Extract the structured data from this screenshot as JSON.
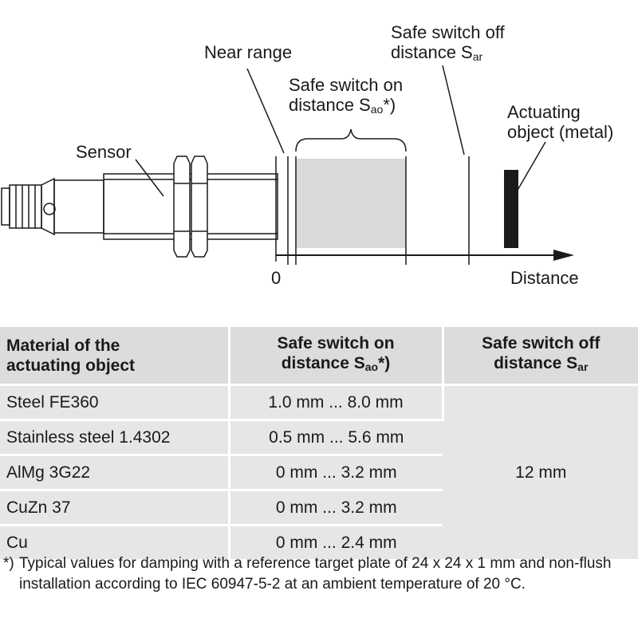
{
  "diagram": {
    "sensor_label": "Sensor",
    "near_range_label": "Near range",
    "safe_on_line1": "Safe switch on",
    "safe_on_line2_text": "distance S",
    "safe_on_sub": "ao",
    "safe_on_suffix": "*)",
    "safe_off_line1": "Safe switch off",
    "safe_off_line2_text": "distance S",
    "safe_off_sub": "ar",
    "actuating_line1": "Actuating",
    "actuating_line2": "object (metal)",
    "zero_label": "0",
    "distance_label": "Distance"
  },
  "table": {
    "headers": {
      "material": [
        "Material of the",
        "actuating object"
      ],
      "safe_on_line1": "Safe switch on",
      "safe_on_line2_text": "distance S",
      "safe_on_sub": "ao",
      "safe_on_suffix": "*)",
      "safe_off_line1": "Safe switch off",
      "safe_off_line2_text": "distance S",
      "safe_off_sub": "ar"
    },
    "rows": [
      {
        "material": "Steel FE360",
        "safe_on": "1.0 mm ... 8.0 mm"
      },
      {
        "material": "Stainless steel 1.4302",
        "safe_on": "0.5 mm ... 5.6 mm"
      },
      {
        "material": "AlMg 3G22",
        "safe_on": "0 mm ... 3.2 mm"
      },
      {
        "material": "CuZn 37",
        "safe_on": "0 mm ... 3.2 mm"
      },
      {
        "material": "Cu",
        "safe_on": "0 mm ... 2.4 mm"
      }
    ],
    "safe_off_value": "12 mm"
  },
  "footnote": {
    "marker": "*)",
    "text": "Typical values for damping with a reference target plate of 24 x 24 x 1 mm and non-flush installation according to IEC 60947-5-2 at an ambient temperature of 20 °C."
  }
}
